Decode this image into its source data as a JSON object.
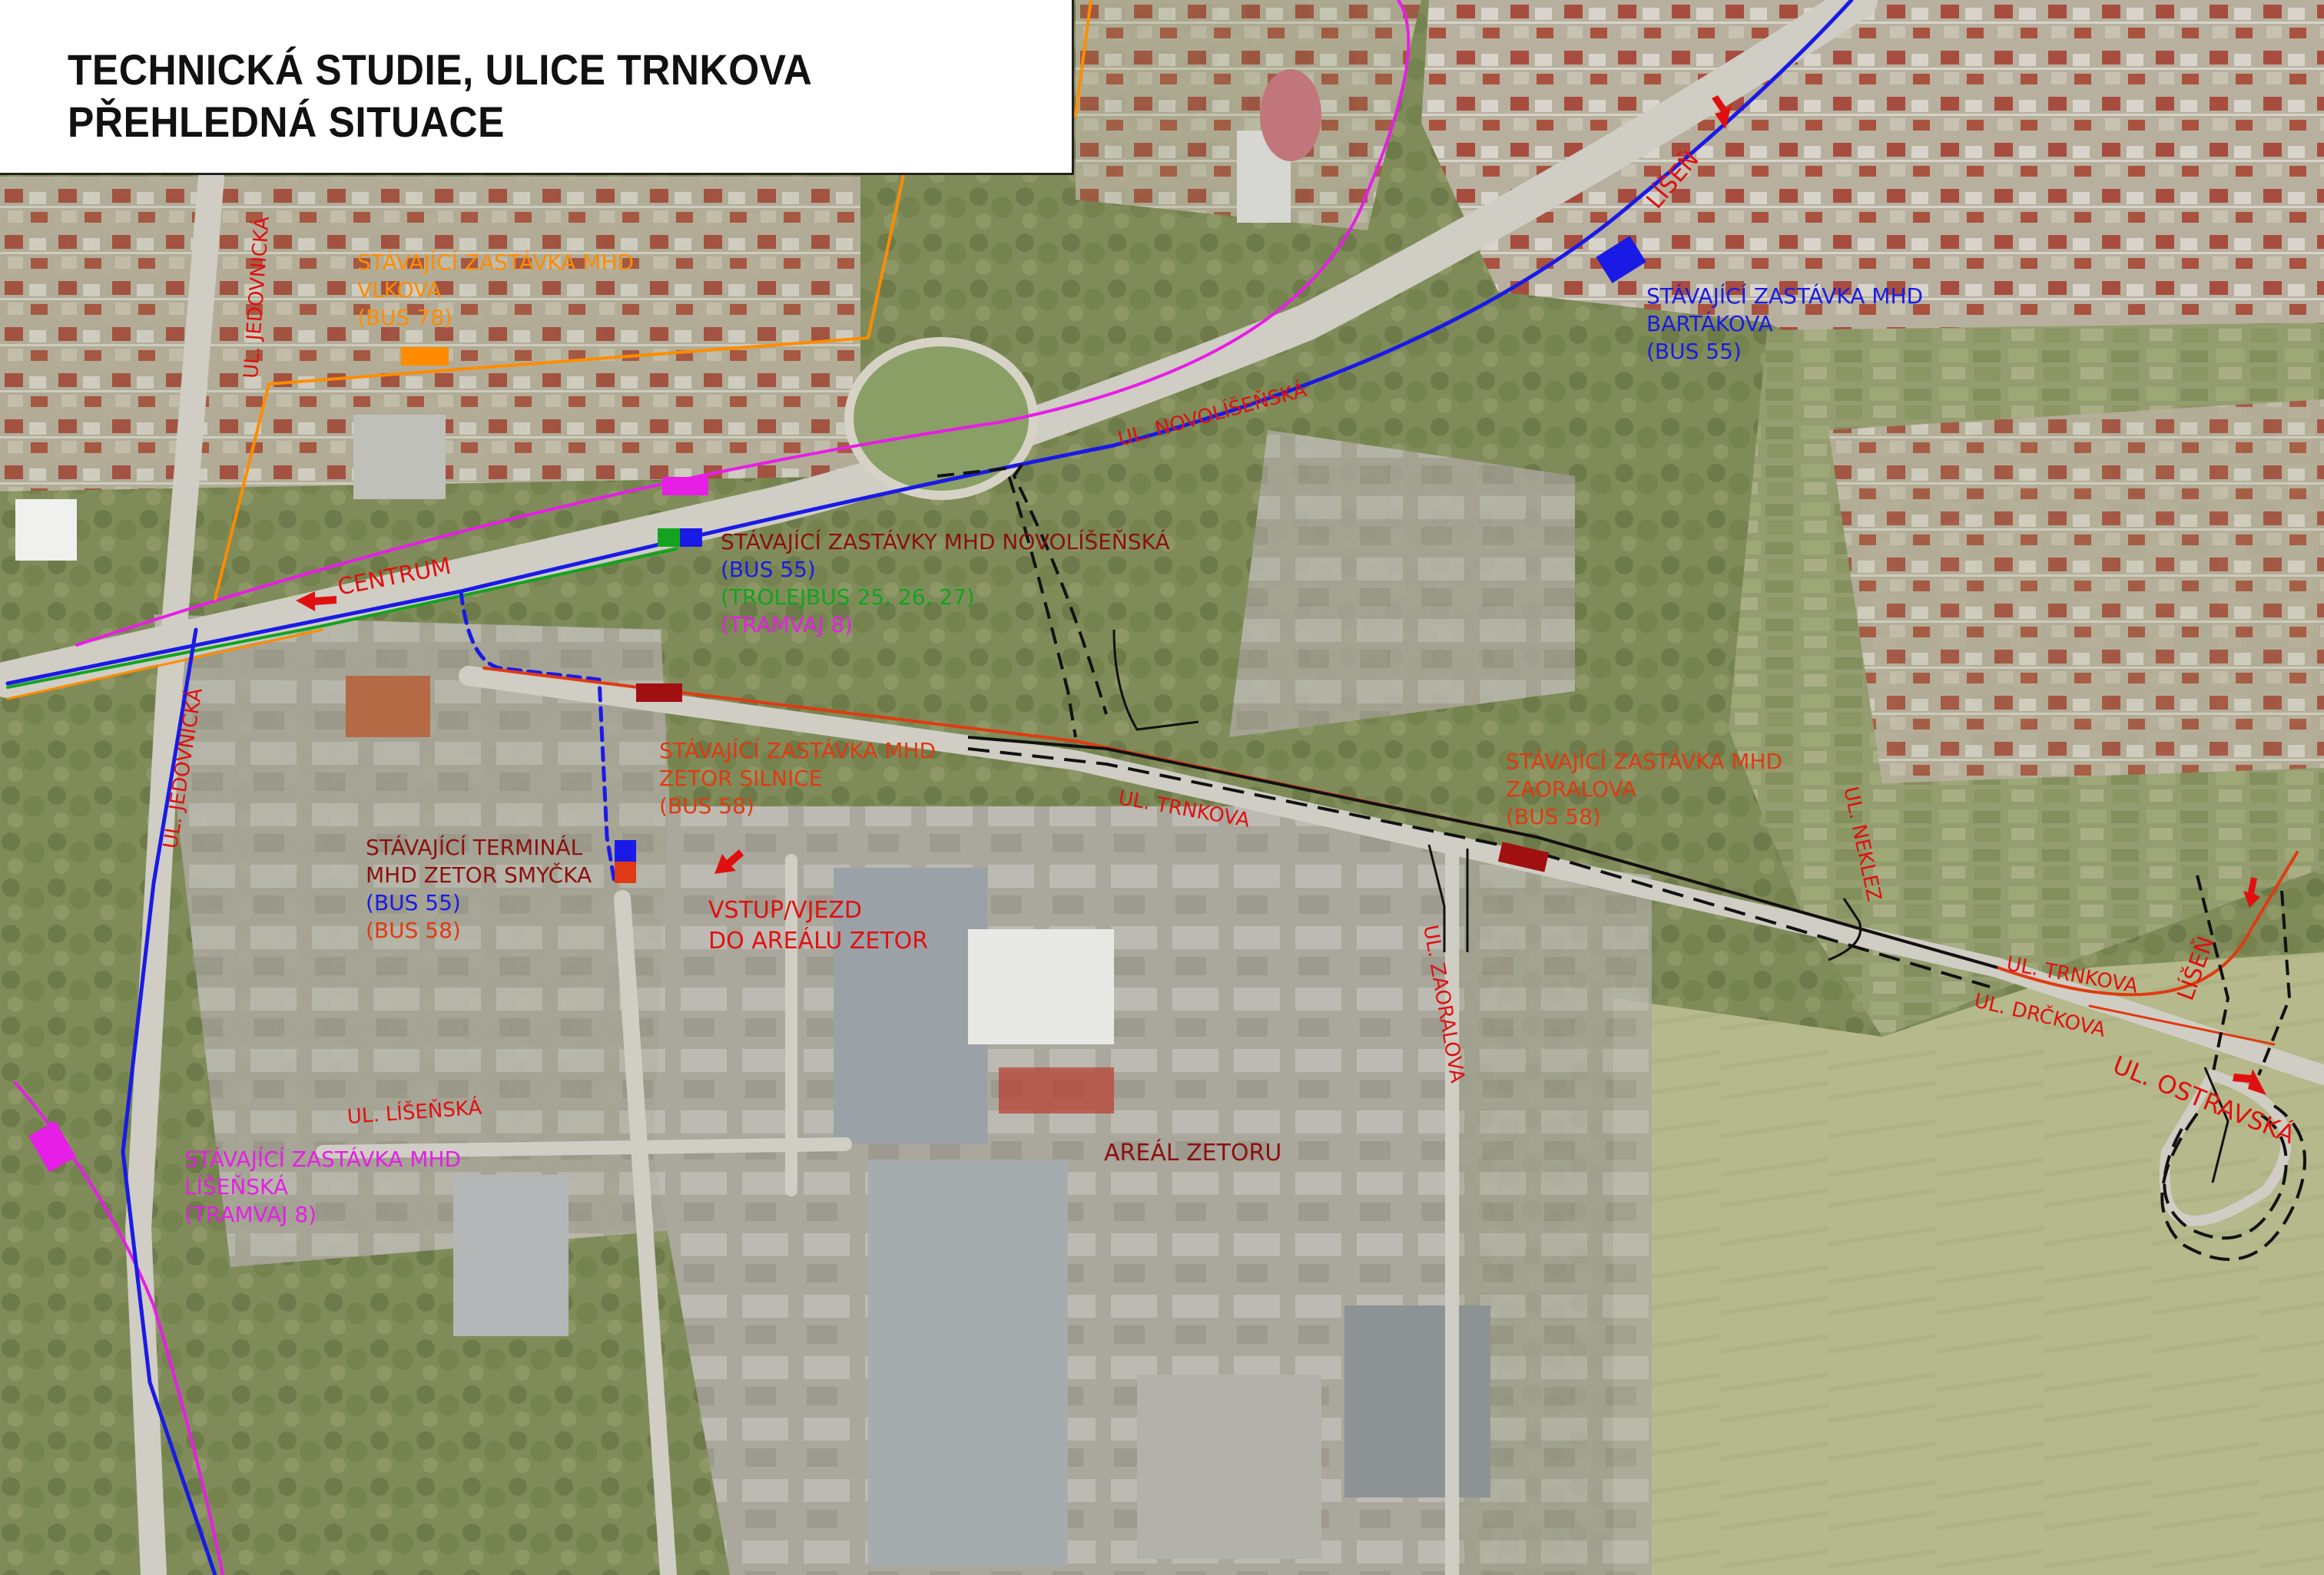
{
  "title": {
    "line1": "TECHNICKÁ STUDIE, ULICE TRNKOVA",
    "line2": "PŘEHLEDNÁ SITUACE"
  },
  "colors": {
    "bus": "#1a1ae6",
    "trolejbus": "#13a31f",
    "tramvaj": "#e61ee6",
    "bus78": "#ff8c00",
    "bus58": "#e03a12",
    "street_text": "#e01010",
    "terminal_text": "#8b1010",
    "areal_text": "#8b1010",
    "stop58_square": "#a11010",
    "plan_line": "#111111",
    "land_green": "#8c9a68",
    "land_urban": "#b9b3a1",
    "field": "#b7ba8d",
    "road": "#c9c7bf"
  },
  "stops": {
    "vlkova": {
      "lines": [
        "STÁVAJÍCÍ ZASTÁVKA MHD",
        "VLKOVA",
        "(BUS 78)"
      ]
    },
    "bartakova": {
      "lines": [
        "STÁVAJÍCÍ ZASTÁVKA MHD",
        "BARTÁKOVA",
        "(BUS 55)"
      ]
    },
    "novolisenska": {
      "line1": "STÁVAJÍCÍ ZASTÁVKY MHD NOVOLÍŠEŇSKÁ",
      "bus": "(BUS 55)",
      "trolejbus": "(TROLEJBUS 25, 26, 27)",
      "tramvaj": "(TRAMVAJ 8)"
    },
    "zetor_silnice": {
      "lines": [
        "STÁVAJÍCÍ ZASTÁVKA MHD",
        "ZETOR SILNICE",
        "(BUS 58)"
      ]
    },
    "zaoralova": {
      "lines": [
        "STÁVAJÍCÍ ZASTÁVKA MHD",
        "ZAORALOVA",
        "(BUS 58)"
      ]
    },
    "terminal": {
      "lines": [
        "STÁVAJÍCÍ TERMINÁL",
        "MHD ZETOR SMYČKA"
      ],
      "bus55": "(BUS 55)",
      "bus58": "(BUS 58)"
    },
    "lisenska": {
      "lines": [
        "STÁVAJÍCÍ ZASTÁVKA MHD",
        "LÍŠEŇSKÁ",
        "(TRAMVAJ 8)"
      ]
    }
  },
  "streets": {
    "jedovnicka_top": "UL. JEDOVNICKÁ",
    "jedovnicka_bottom": "UL. JEDOVNICKÁ",
    "novolisenska": "UL. NOVOLÍŠEŇSKÁ",
    "trnkova_1": "UL. TRNKOVA",
    "trnkova_2": "UL. TRNKOVA",
    "zaoralova": "UL. ZAORALOVA",
    "neklez": "UL. NEKLEZ",
    "drckova": "UL. DRČKOVA",
    "ostravska": "UL. OSTRAVSKÁ",
    "lisenska": "UL. LÍŠEŇSKÁ"
  },
  "directions": {
    "centrum": "CENTRUM",
    "lisen_top": "LÍŠEŇ",
    "lisen_right": "LÍŠEŇ"
  },
  "areal": {
    "vstup_line1": "VSTUP/VJEZD",
    "vstup_line2": "DO AREÁLU ZETOR",
    "areal_label": "AREÁL ZETORU"
  }
}
